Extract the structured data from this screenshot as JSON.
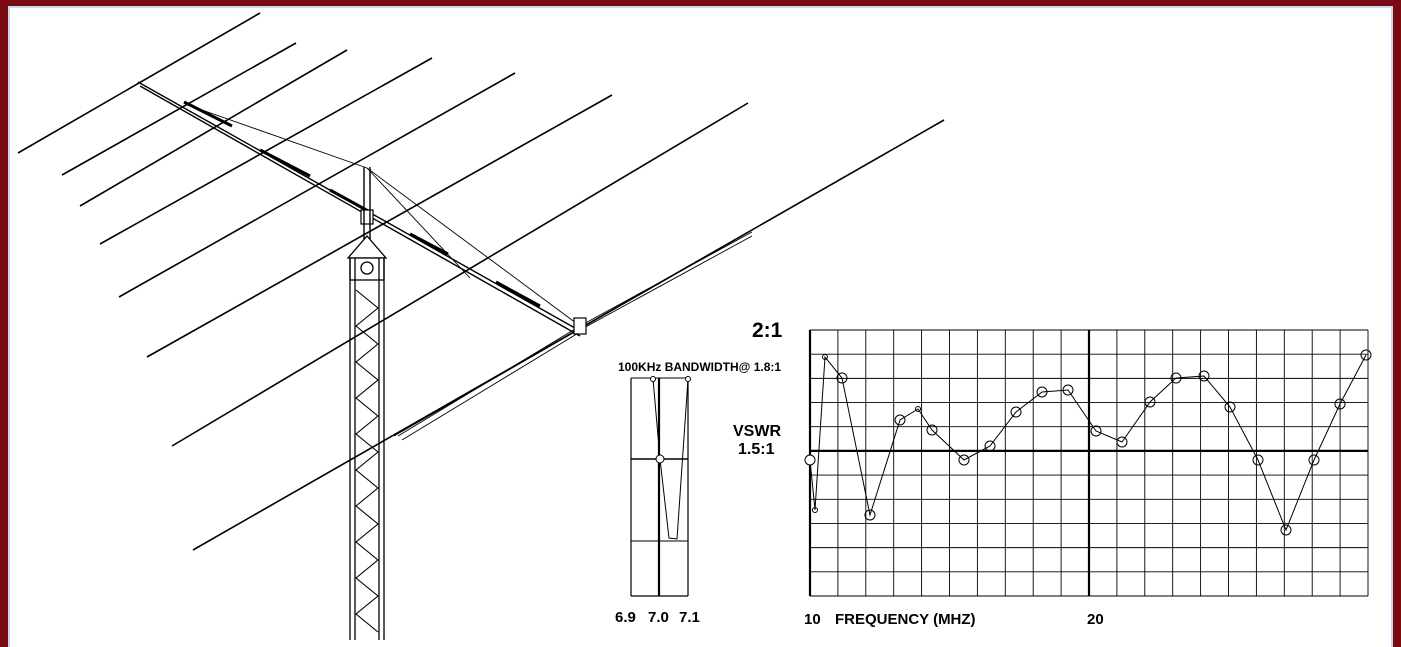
{
  "diagram": {
    "swr_marker_label": "2:1",
    "bandwidth_label": "100KHz BANDWIDTH@ 1.8:1",
    "vswr_label": "VSWR",
    "vswr_value_label": "1.5:1",
    "narrow_band_ticks": [
      "6.9",
      "7.0",
      "7.1"
    ],
    "wide_band_tick_10": "10",
    "frequency_axis_label": "FREQUENCY (MHZ)",
    "wide_band_tick_20": "20"
  },
  "colors": {
    "frame": "#7a0a12",
    "inner_border": "#c8d8f0",
    "ink": "#000000"
  }
}
